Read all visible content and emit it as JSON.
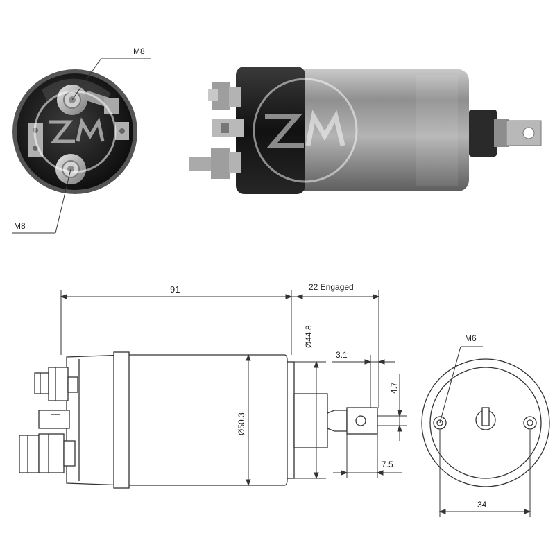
{
  "photo_callouts": {
    "stud_top": "M8",
    "stud_bottom": "M8"
  },
  "dimensions": {
    "body_length": "91",
    "plunger_travel": "22 Engaged",
    "flange_diameter": "Ø44.8",
    "body_diameter": "Ø50.3",
    "eye_offset": "3.1",
    "eye_width": "4.7",
    "eye_length": "7.5",
    "mount_thread": "M6",
    "hole_spacing": "34"
  },
  "colors": {
    "body_dark": "#1c1c1c",
    "body_metal": "#9a9a9a",
    "drawing_line": "#333333",
    "watermark": "#ffffff"
  }
}
